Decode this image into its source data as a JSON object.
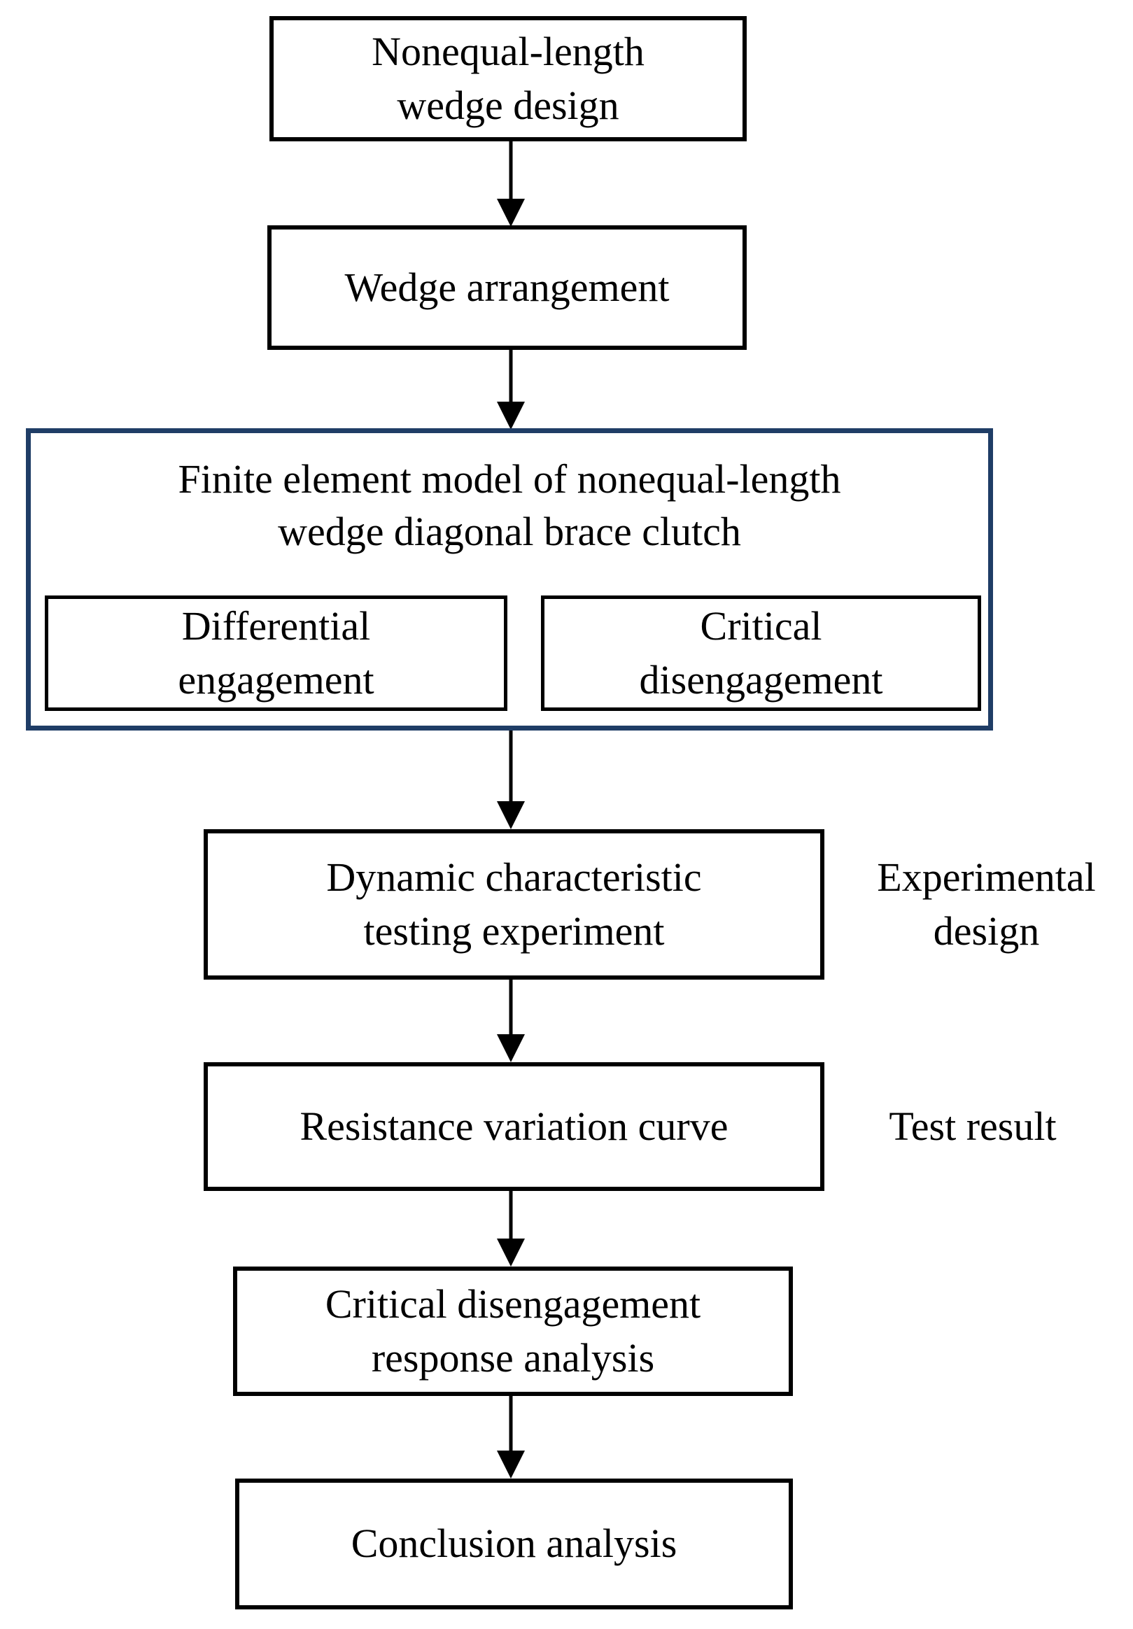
{
  "diagram": {
    "type": "flowchart",
    "background": "#ffffff",
    "colors": {
      "box_border": "#000000",
      "container_border": "#1f3d66",
      "text": "#000000",
      "arrow": "#000000"
    },
    "nodes": {
      "wedge_design": {
        "lines": [
          "Nonequal-length",
          "wedge design"
        ]
      },
      "wedge_arrangement": {
        "lines": [
          "Wedge arrangement"
        ]
      },
      "fem_container": {
        "lines": [
          "Finite element model of nonequal-length",
          "wedge diagonal brace clutch"
        ]
      },
      "differential_engagement": {
        "lines": [
          "Differential",
          "engagement"
        ]
      },
      "critical_disengagement": {
        "lines": [
          "Critical",
          "disengagement"
        ]
      },
      "dynamic_testing": {
        "lines": [
          "Dynamic characteristic",
          "testing experiment"
        ]
      },
      "resistance_curve": {
        "lines": [
          "Resistance variation curve"
        ]
      },
      "critical_response": {
        "lines": [
          "Critical disengagement",
          "response analysis"
        ]
      },
      "conclusion": {
        "lines": [
          "Conclusion analysis"
        ]
      }
    },
    "side_labels": {
      "experimental_design": {
        "lines": [
          "Experimental",
          "design"
        ]
      },
      "test_result": {
        "lines": [
          "Test result"
        ]
      }
    }
  }
}
